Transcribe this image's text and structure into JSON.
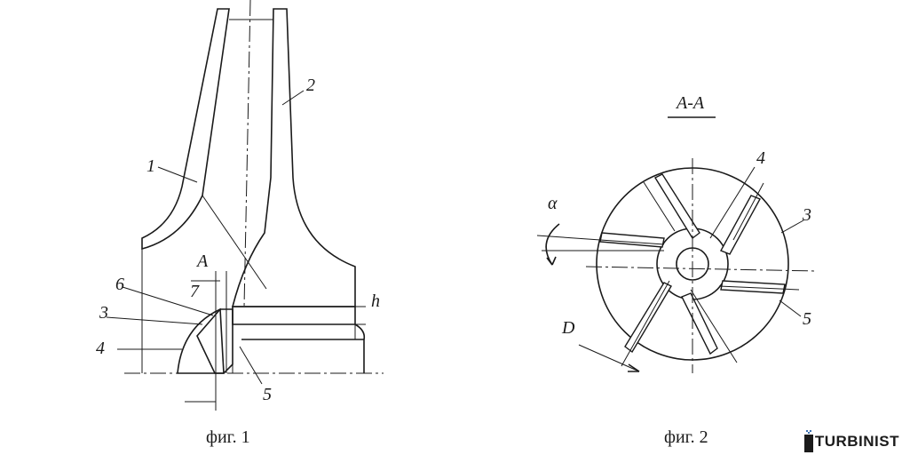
{
  "figure1": {
    "caption": "фиг. 1",
    "labels": {
      "part1": "1",
      "part2": "2",
      "section": "A",
      "part7": "7",
      "part6": "6",
      "part3": "3",
      "part4": "4",
      "part5": "5",
      "dimension_h": "h"
    }
  },
  "figure2": {
    "caption": "фиг. 2",
    "section_title": "A-A",
    "labels": {
      "part4": "4",
      "part3": "3",
      "part5": "5",
      "angle_alpha": "α",
      "diameter_D": "D"
    }
  },
  "logo": {
    "text": "TURBINIST"
  }
}
